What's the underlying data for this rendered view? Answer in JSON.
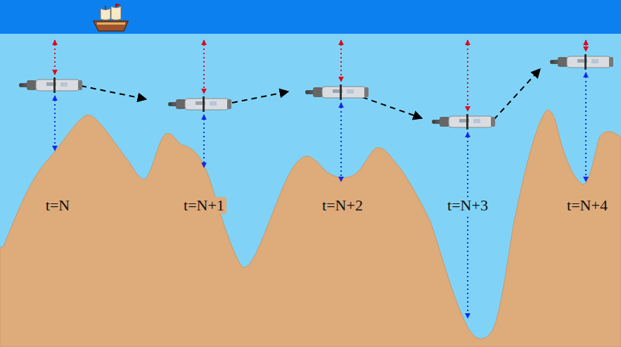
{
  "diagram": {
    "labels": [
      "t=N",
      "t=N+1",
      "t=N+2",
      "t=N+3",
      "t=N+4"
    ]
  }
}
